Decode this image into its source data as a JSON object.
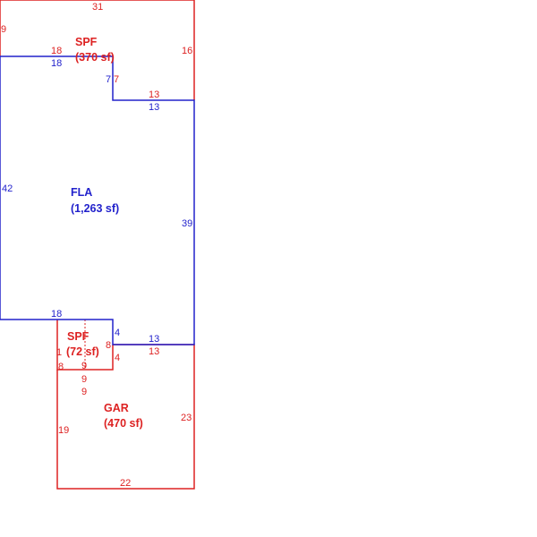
{
  "colors": {
    "red": "#dd2222",
    "blue": "#2222cc"
  },
  "areas": {
    "spf_top": {
      "name": "SPF",
      "size": "(370 sf)"
    },
    "fla": {
      "name": "FLA",
      "size": "(1,263 sf)"
    },
    "spf_small": {
      "name": "SPF",
      "size": "(72 sf)"
    },
    "gar": {
      "name": "GAR",
      "size": "(470 sf)"
    }
  },
  "dimensions": {
    "d31": "31",
    "d9_top": "9",
    "d16": "16",
    "d18_red": "18",
    "d18_blue": "18",
    "d7_blue": "7",
    "d7_red": "7",
    "d13_red_top": "13",
    "d13_blue_top": "13",
    "d42": "42",
    "d39": "39",
    "d18_lower": "18",
    "d4_blue": "4",
    "d8_right": "8",
    "d13_blue_mid": "13",
    "d13_red_mid": "13",
    "d4_red": "4",
    "d1": "1",
    "d8_left": "8",
    "d9_a": "9",
    "d9_b": "9",
    "d9_c": "9",
    "d23": "23",
    "d19": "19",
    "d22": "22"
  }
}
